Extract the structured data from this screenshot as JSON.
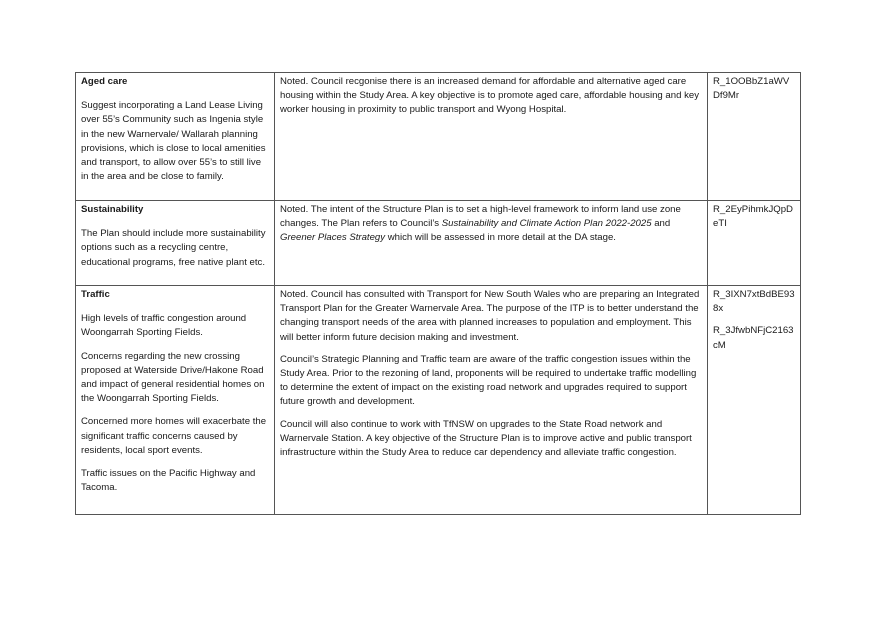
{
  "rows": [
    {
      "topic": "Aged care",
      "submissions": [
        "Suggest incorporating a Land Lease Living over 55’s Community such as Ingenia style in the new Warnervale/ Wallarah planning provisions, which is close to local amenities and transport, to allow over 55’s to still live in the area and be close to family."
      ],
      "response": [
        {
          "text": "Noted. Council recgonise there is an increased demand for affordable and alternative aged care housing within the Study Area. A key objective is to promote aged care, affordable housing and key worker housing in proximity to public transport and Wyong Hospital."
        }
      ],
      "refs": [
        "R_1OOBbZ1aWVDf9Mr"
      ]
    },
    {
      "topic": "Sustainability",
      "submissions": [
        "The Plan should include more sustainability options such as a recycling centre, educational programs, free native plant etc."
      ],
      "response_parts": {
        "before": "Noted. The intent of the Structure Plan is to set a high-level framework to inform land use zone changes. The Plan refers to Council’s ",
        "italic1": "Sustainability and Climate Action Plan 2022-2025",
        "middle": " and ",
        "italic2": "Greener Places Strategy",
        "after": " which will be assessed in more detail at the DA stage."
      },
      "refs": [
        "R_2EyPihmkJQpDeTI"
      ]
    },
    {
      "topic": "Traffic",
      "submissions": [
        "High levels of traffic congestion around Woongarrah Sporting Fields.",
        "Concerns regarding the new crossing proposed at Waterside Drive/Hakone Road and impact of general residential homes on the Woongarrah Sporting Fields.",
        "Concerned more homes will exacerbate the significant traffic concerns caused by residents, local sport events.",
        "Traffic issues on the Pacific Highway and Tacoma."
      ],
      "response": [
        {
          "text": "Noted. Council has consulted with Transport for New South Wales who are preparing an Integrated Transport Plan for the Greater Warnervale Area. The purpose of the ITP is to better understand the changing transport needs of the area with planned increases to population and employment. This will better inform future decision making and investment."
        },
        {
          "text": "Council’s Strategic Planning and Traffic team are aware of the traffic congestion issues within the Study Area. Prior to the rezoning of land, proponents will be required to undertake traffic modelling to determine the extent of impact on the existing road network and upgrades required to support future growth and development."
        },
        {
          "text": "Council will also continue to work with TfNSW on upgrades to the State Road network and Warnervale Station. A key objective of the Structure Plan is to improve active and public transport infrastructure within the Study Area to reduce car dependency and alleviate traffic congestion."
        }
      ],
      "refs": [
        "R_3IXN7xtBdBE938x",
        "R_3JfwbNFjC2163cM"
      ]
    }
  ]
}
